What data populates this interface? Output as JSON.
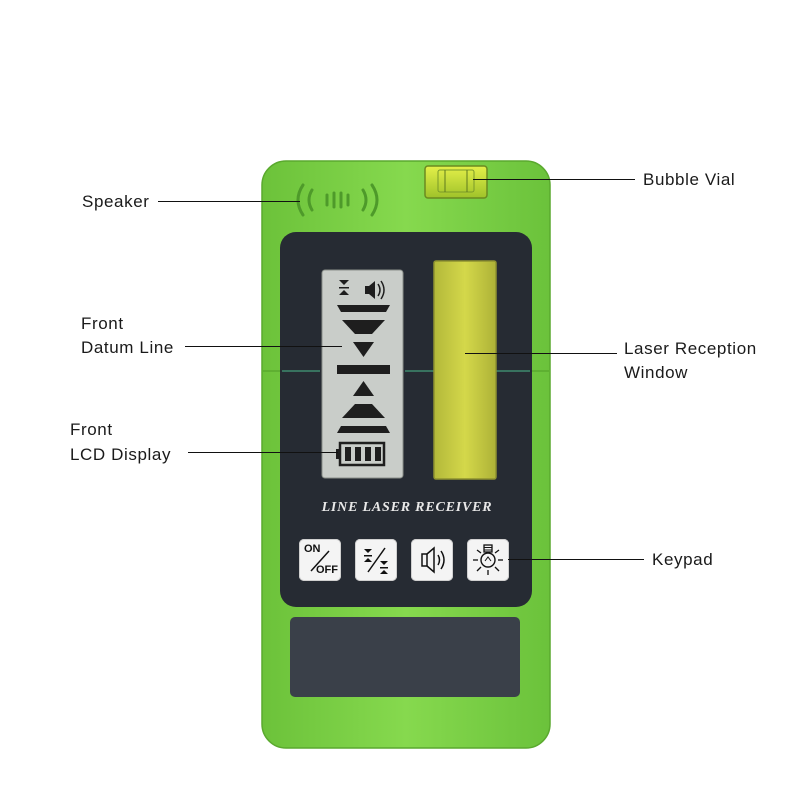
{
  "labels": {
    "speaker": "Speaker",
    "bubble_vial": "Bubble Vial",
    "front_datum_line": [
      "Front",
      "Datum Line"
    ],
    "laser_reception_window": [
      "Laser Reception",
      "Window"
    ],
    "front_lcd_display": [
      "Front",
      "LCD Display"
    ],
    "keypad": "Keypad"
  },
  "device": {
    "brand_text": "LINE LASER RECEIVER",
    "keys": [
      {
        "name": "on-off",
        "top": "ON",
        "bottom": "OFF"
      },
      {
        "name": "sensitivity",
        "icon": "sensitivity-icon"
      },
      {
        "name": "volume",
        "icon": "speaker-icon"
      },
      {
        "name": "backlight",
        "icon": "light-bulb-icon"
      }
    ]
  },
  "colors": {
    "body_green": "#7fd34a",
    "panel_dark": "#262b33",
    "lcd": "#c9cdc9",
    "window_yellow": "#c8cc40"
  }
}
